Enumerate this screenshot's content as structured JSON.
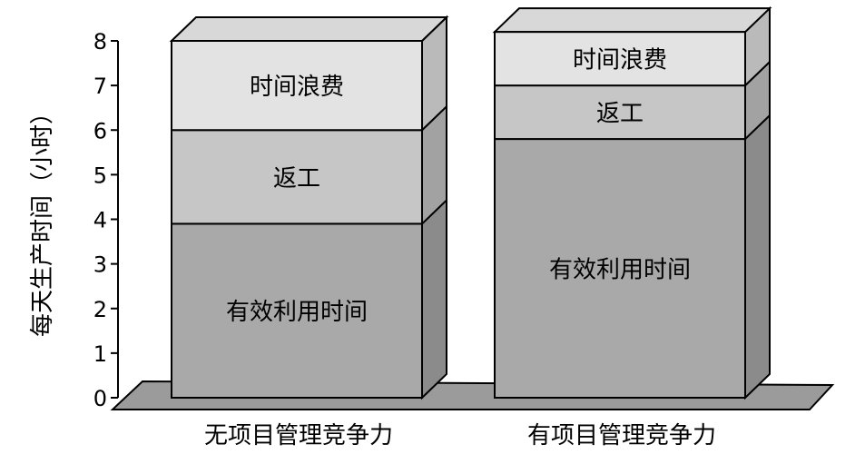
{
  "chart_data": {
    "type": "bar",
    "stacked": true,
    "three_d": true,
    "ylabel": "每天生产时间（小时）",
    "xlabel": "",
    "ylim": [
      0,
      8
    ],
    "y_ticks": [
      "0",
      "1",
      "2",
      "3",
      "4",
      "5",
      "6",
      "7",
      "8"
    ],
    "categories": [
      "无项目管理竞争力",
      "有项目管理竞争力"
    ],
    "series": [
      {
        "name": "有效利用时间",
        "values": [
          3.9,
          5.8
        ],
        "color": "#a9a9a9"
      },
      {
        "name": "返工",
        "values": [
          2.1,
          1.2
        ],
        "color": "#c6c6c6"
      },
      {
        "name": "时间浪费",
        "values": [
          2.0,
          1.2
        ],
        "color": "#e3e3e3"
      }
    ],
    "grid": false,
    "legend": "none"
  }
}
